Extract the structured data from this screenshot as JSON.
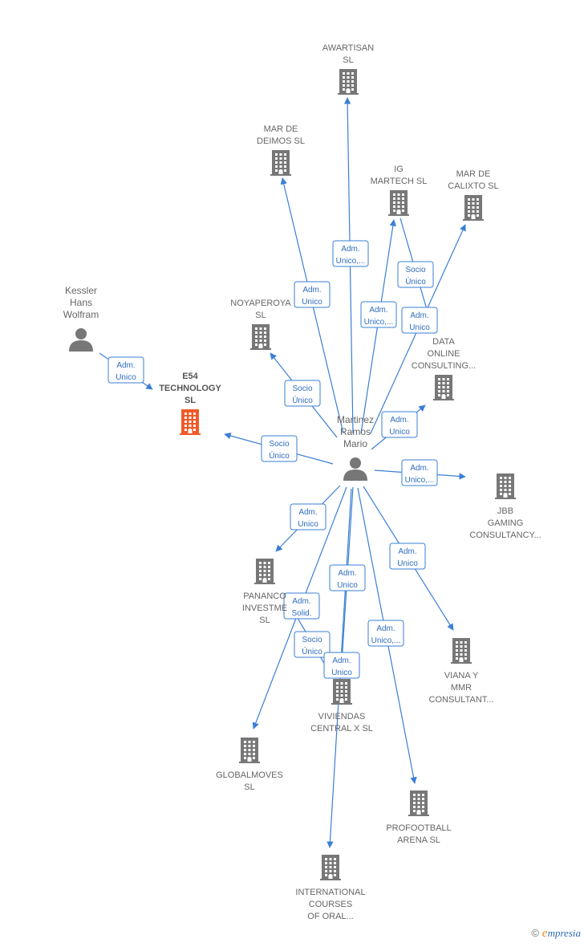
{
  "colors": {
    "edge": "#3a7fd5",
    "company": "#777777",
    "focus_company": "#f05a28",
    "person": "#777777"
  },
  "nodes": [
    {
      "id": "awartisan",
      "kind": "company-icon",
      "lines": [
        "AWARTISAN",
        "SL"
      ]
    },
    {
      "id": "mar-de-deimos",
      "kind": "company-icon",
      "lines": [
        "MAR DE",
        "DEIMOS  SL"
      ]
    },
    {
      "id": "ig-martech",
      "kind": "company-icon",
      "lines": [
        "IG",
        "MARTECH  SL"
      ]
    },
    {
      "id": "mar-de-calixto",
      "kind": "company-icon",
      "lines": [
        "MAR DE",
        "CALIXTO SL"
      ]
    },
    {
      "id": "noyaperoya",
      "kind": "company-icon",
      "lines": [
        "NOYAPEROYA",
        "SL"
      ]
    },
    {
      "id": "data-online",
      "kind": "company-icon",
      "lines": [
        "DATA",
        "ONLINE",
        "CONSULTING..."
      ]
    },
    {
      "id": "kessler",
      "kind": "person-icon",
      "lines": [
        "Kessler",
        "Hans",
        "Wolfram"
      ]
    },
    {
      "id": "e54",
      "kind": "focus-company-icon",
      "lines": [
        "E54",
        "TECHNOLOGY",
        "SL"
      ]
    },
    {
      "id": "martinez",
      "kind": "person-icon",
      "lines": [
        "Martinez",
        "Ramos",
        "Mario"
      ]
    },
    {
      "id": "jbb",
      "kind": "company-icon",
      "lines": [
        "JBB",
        "GAMING",
        "CONSULTANCY..."
      ]
    },
    {
      "id": "panancor",
      "kind": "company-icon",
      "lines": [
        "PANANCO",
        "INVESTME",
        "SL"
      ]
    },
    {
      "id": "viana",
      "kind": "company-icon",
      "lines": [
        "VIANA Y",
        "MMR",
        "CONSULTANT..."
      ]
    },
    {
      "id": "viviendas",
      "kind": "company-icon",
      "lines": [
        "VIVIENDAS",
        "CENTRAL X  SL"
      ]
    },
    {
      "id": "globalmoves",
      "kind": "company-icon",
      "lines": [
        "GLOBALMOVES",
        "SL"
      ]
    },
    {
      "id": "profootball",
      "kind": "company-icon",
      "lines": [
        "PROFOOTBALL",
        "ARENA  SL"
      ]
    },
    {
      "id": "international",
      "kind": "company-icon",
      "lines": [
        "INTERNATIONAL",
        "COURSES",
        "OF ORAL..."
      ]
    }
  ],
  "edges": [
    {
      "from": "martinez",
      "to": "awartisan",
      "label": [
        "Adm.",
        "Unico,..."
      ]
    },
    {
      "from": "martinez",
      "to": "mar-de-deimos",
      "label": [
        "Adm.",
        "Unico"
      ]
    },
    {
      "from": "martinez",
      "to": "ig-martech",
      "label": [
        "Adm.",
        "Unico,..."
      ]
    },
    {
      "from": "ig-martech",
      "to": "data-online",
      "label": [
        "Socio",
        "Único"
      ]
    },
    {
      "from": "martinez",
      "to": "mar-de-calixto",
      "label": [
        "Adm.",
        "Unico"
      ]
    },
    {
      "from": "martinez",
      "to": "noyaperoya",
      "label": [
        "Socio",
        "Único"
      ]
    },
    {
      "from": "martinez",
      "to": "data-online",
      "label": [
        "Adm.",
        "Unico"
      ]
    },
    {
      "from": "kessler",
      "to": "e54",
      "label": [
        "Adm.",
        "Unico"
      ]
    },
    {
      "from": "martinez",
      "to": "e54",
      "label": [
        "Socio",
        "Único"
      ]
    },
    {
      "from": "martinez",
      "to": "jbb",
      "label": [
        "Adm.",
        "Unico,..."
      ]
    },
    {
      "from": "martinez",
      "to": "panancor",
      "label": [
        "Adm.",
        "Unico"
      ]
    },
    {
      "from": "martinez",
      "to": "viana",
      "label": [
        "Adm.",
        "Unico"
      ]
    },
    {
      "from": "martinez",
      "to": "viviendas",
      "label": [
        "Adm.",
        "Unico"
      ]
    },
    {
      "from": "martinez",
      "to": "globalmoves",
      "label": [
        "Adm.",
        "Solid."
      ]
    },
    {
      "from": "panancor",
      "to": "viviendas",
      "label": [
        "Socio",
        "Único"
      ]
    },
    {
      "from": "martinez",
      "to": "international",
      "label": [
        "Adm.",
        "Unico"
      ]
    },
    {
      "from": "martinez",
      "to": "profootball",
      "label": [
        "Adm.",
        "Unico,..."
      ]
    }
  ],
  "watermark": {
    "copyright": "©",
    "brand_initial": "e",
    "brand_rest": "mpresia"
  }
}
